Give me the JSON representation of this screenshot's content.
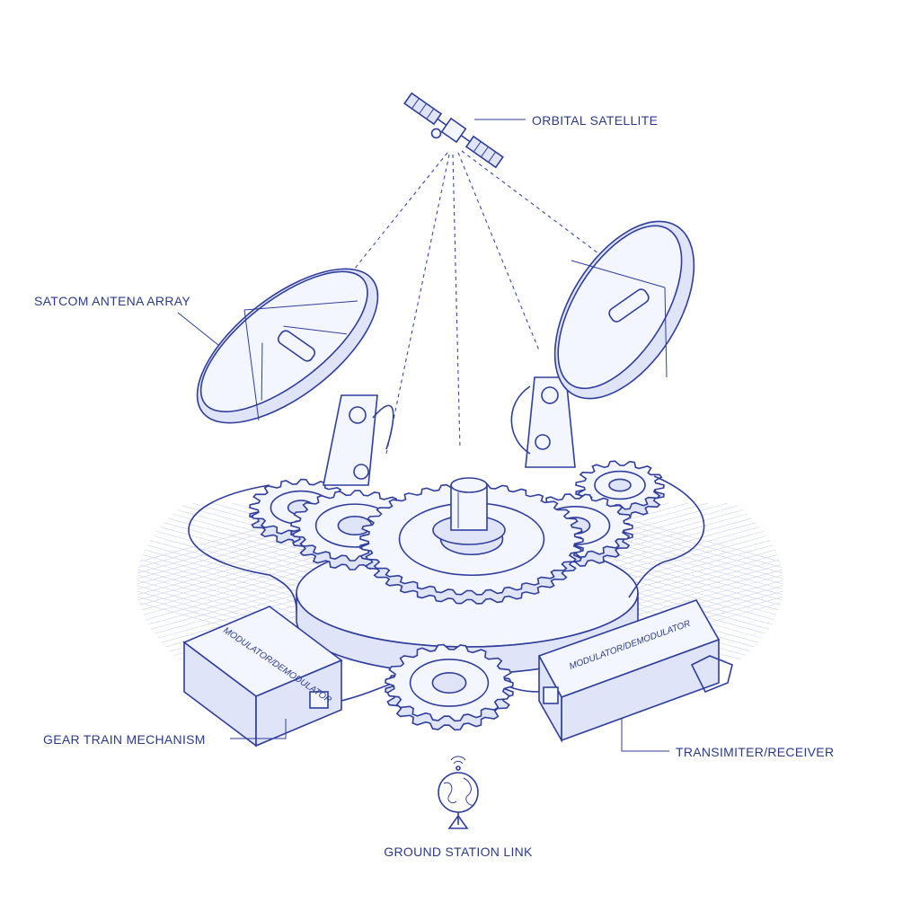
{
  "labels": {
    "satellite": "ORBITAL SATELLITE",
    "antenna": "SATCOM ANTENA ARRAY",
    "gear_train": "GEAR TRAIN MECHANISM",
    "transmitter": "TRANSIMITER/RECEIVER",
    "ground_link": "GROUND STATION LINK",
    "modem_left": "MODULATOR/DEMODULATOR",
    "modem_right": "MODULATOR/DEMODULATOR"
  },
  "colors": {
    "ink": "#2f3e9e",
    "text": "#2b3a8c",
    "grid": "#c9d0ec",
    "background": "#ffffff"
  },
  "icons": [
    "satellite-icon",
    "dish-antenna-icon",
    "gear-icon",
    "globe-icon",
    "signal-icon"
  ]
}
